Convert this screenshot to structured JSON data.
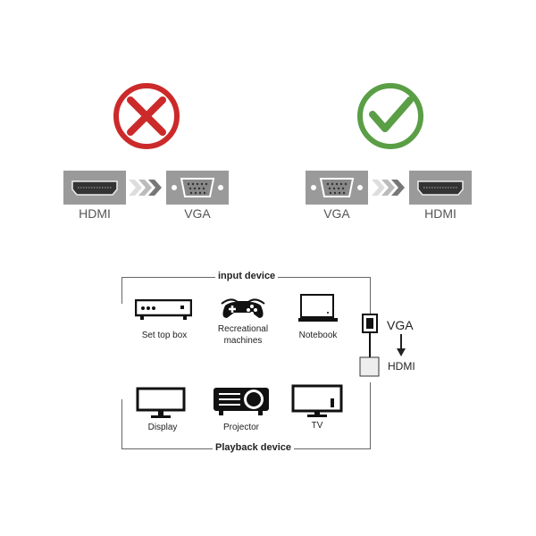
{
  "comparison": {
    "wrong": {
      "icon": "x-icon",
      "color": "#cc2a2a",
      "from": "HDMI",
      "to": "VGA"
    },
    "right": {
      "icon": "check-icon",
      "color": "#5a9e45",
      "from": "VGA",
      "to": "HDMI"
    }
  },
  "diagram": {
    "input_title": "input device",
    "playback_title": "Playback device",
    "inputs": [
      "Set top box",
      "Recreational machines",
      "Notebook"
    ],
    "outputs": [
      "Display",
      "Projector",
      "TV"
    ],
    "adapter": {
      "from": "VGA",
      "to": "HDMI"
    }
  }
}
